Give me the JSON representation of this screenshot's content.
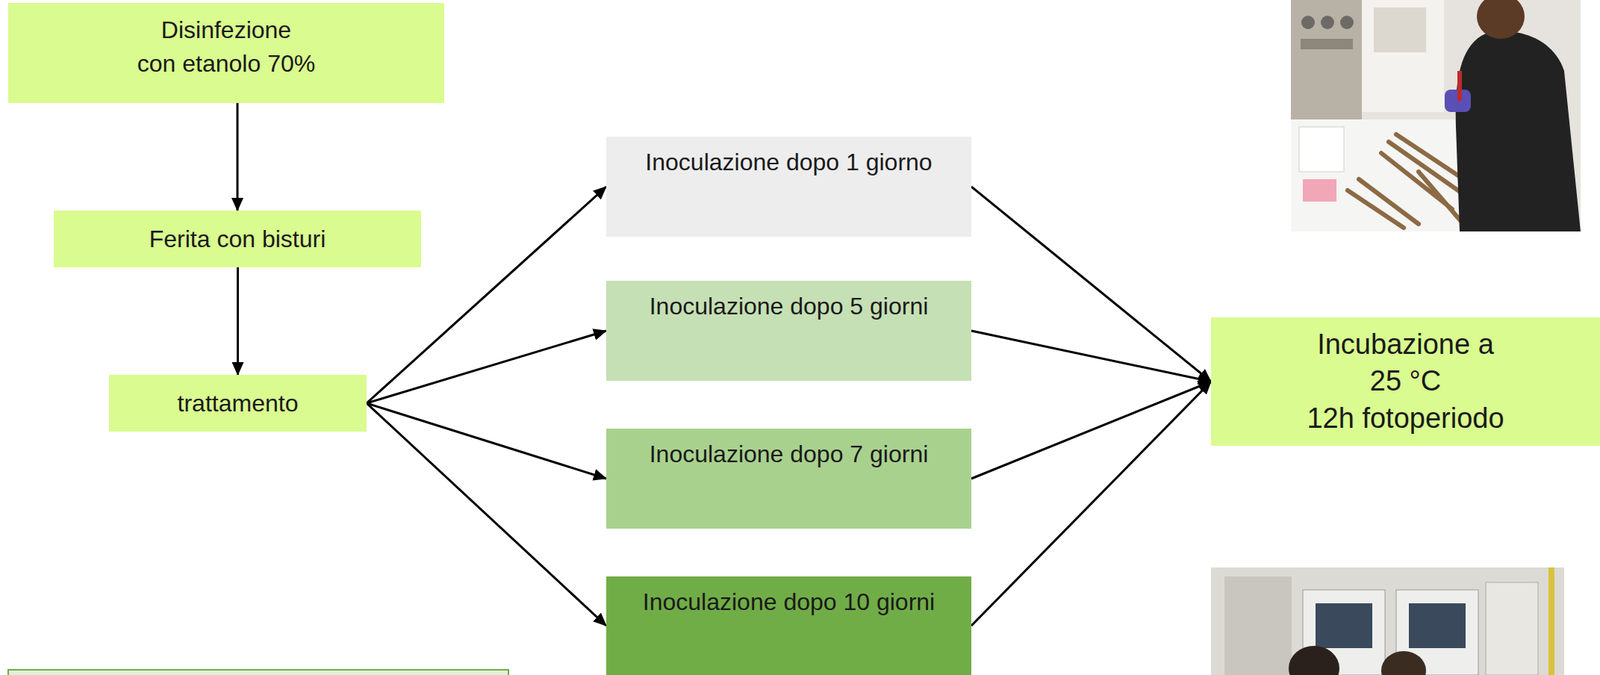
{
  "diagram": {
    "nodes": [
      {
        "text": [
          "Disinfezione con etanolo 70%"
        ]
      },
      {
        "text": [
          "Ferita con bisturi"
        ]
      },
      {
        "text": [
          "trattamento"
        ]
      },
      {
        "text": [
          "Inoculazione dopo 1 giorno"
        ]
      },
      {
        "text": [
          "Inoculazione dopo 5 giorni"
        ]
      },
      {
        "text": [
          "Inoculazione dopo 7 giorni"
        ]
      },
      {
        "text": [
          "Inoculazione dopo 10 giorni"
        ]
      },
      {
        "text": [
          "Incubazione a 25 °C 12h fotoperiodo"
        ]
      }
    ],
    "edges": [
      {
        "from": 0,
        "to": 1,
        "arrow": "to"
      },
      {
        "from": 1,
        "to": 2,
        "arrow": "to"
      },
      {
        "from": 2,
        "to": 3,
        "arrow": "to"
      },
      {
        "from": 2,
        "to": 4,
        "arrow": "to"
      },
      {
        "from": 2,
        "to": 5,
        "arrow": "to"
      },
      {
        "from": 2,
        "to": 6,
        "arrow": "to"
      },
      {
        "from": 3,
        "to": 7,
        "arrow": "to"
      },
      {
        "from": 4,
        "to": 7,
        "arrow": "to"
      },
      {
        "from": 5,
        "to": 7,
        "arrow": "to"
      },
      {
        "from": 6,
        "to": 7,
        "arrow": "to"
      }
    ]
  }
}
